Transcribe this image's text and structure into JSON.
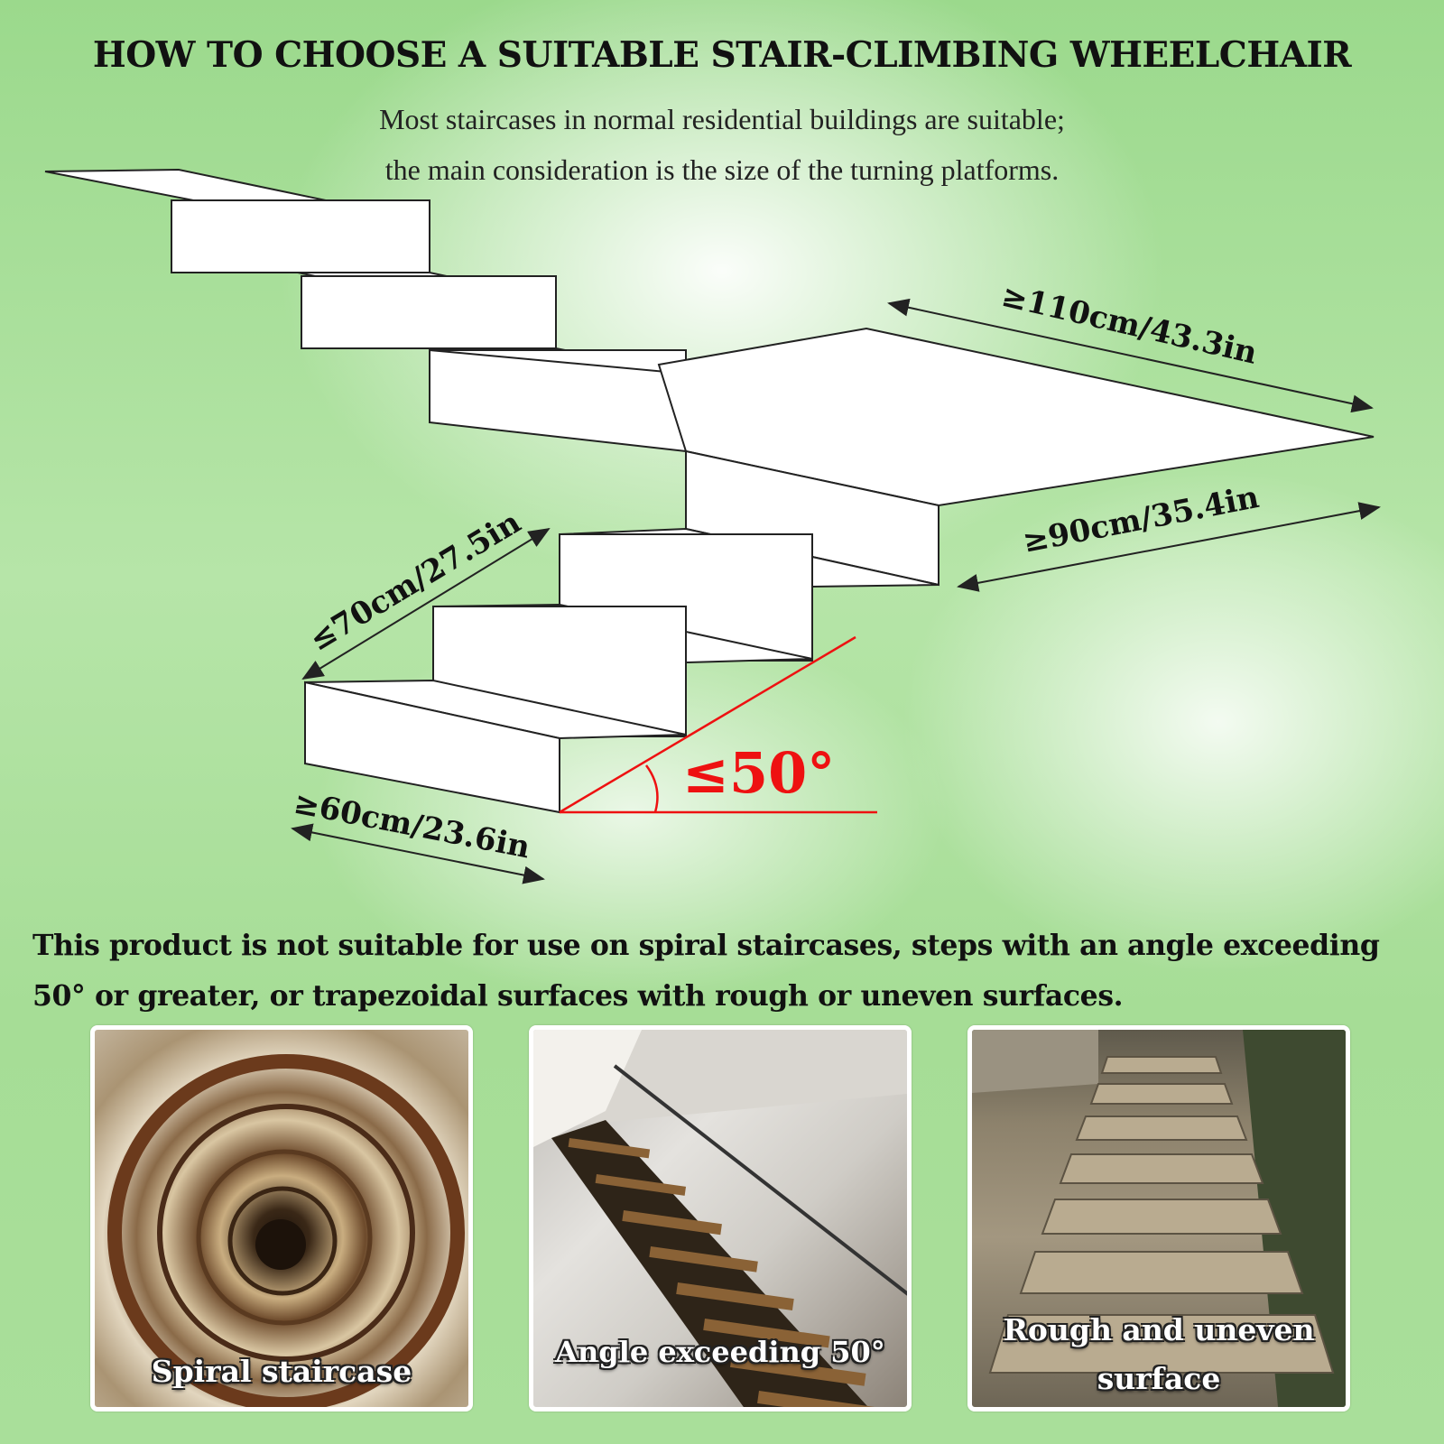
{
  "title": "HOW TO CHOOSE A SUITABLE STAIR-CLIMBING WHEELCHAIR",
  "subtitle": {
    "line1": "Most staircases in normal residential buildings are suitable;",
    "line2": "the main consideration is the size of the turning platforms."
  },
  "diagram": {
    "platform_length": "≥110cm/43.3in",
    "platform_width": "≥90cm/35.4in",
    "step_width_max": "≤70cm/27.5in",
    "step_depth_min": "≥60cm/23.6in",
    "max_angle": "≤50°"
  },
  "warning": "This product is not suitable for use on spiral staircases, steps with an angle exceeding 50° or greater, or trapezoidal surfaces with rough or uneven surfaces.",
  "examples": [
    {
      "caption": "Spiral staircase"
    },
    {
      "caption": "Angle exceeding 50°"
    },
    {
      "caption": "Rough and uneven surface"
    }
  ],
  "colors": {
    "background": "#a9df9a",
    "angle_accent": "#e11111"
  }
}
